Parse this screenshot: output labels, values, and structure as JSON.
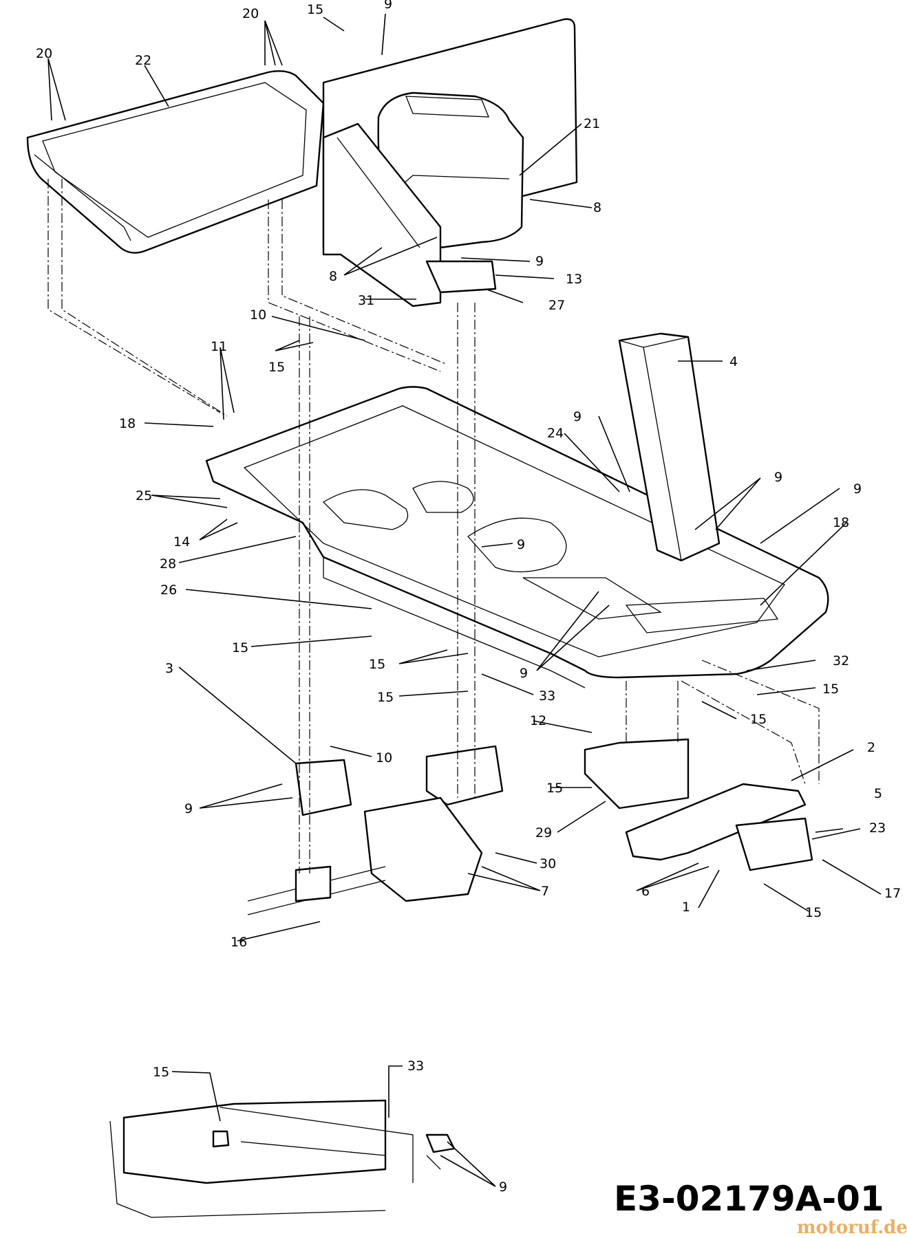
{
  "drawing_code": "E3-02179A-01",
  "watermark": "motoruf.de",
  "callouts": {
    "c1": "1",
    "c2": "2",
    "c3": "3",
    "c4": "4",
    "c5": "5",
    "c6": "6",
    "c7": "7",
    "c8a": "8",
    "c8b": "8",
    "c9a": "9",
    "c9b": "9",
    "c9c": "9",
    "c9d": "9",
    "c9e": "9",
    "c9f": "9",
    "c9g": "9",
    "c9h": "9",
    "c9i": "9",
    "c10a": "10",
    "c10b": "10",
    "c11": "11",
    "c12": "12",
    "c13": "13",
    "c14": "14",
    "c15a": "15",
    "c15b": "15",
    "c15c": "15",
    "c15d": "15",
    "c15e": "15",
    "c15f": "15",
    "c15g": "15",
    "c15h": "15",
    "c15i": "15",
    "c15j": "15",
    "c16": "16",
    "c17": "17",
    "c18a": "18",
    "c18b": "18",
    "c20a": "20",
    "c20b": "20",
    "c21": "21",
    "c22": "22",
    "c23": "23",
    "c24": "24",
    "c25": "25",
    "c26": "26",
    "c27": "27",
    "c28": "28",
    "c29": "29",
    "c30": "30",
    "c31": "31",
    "c32": "32",
    "c33a": "33",
    "c33b": "33"
  }
}
